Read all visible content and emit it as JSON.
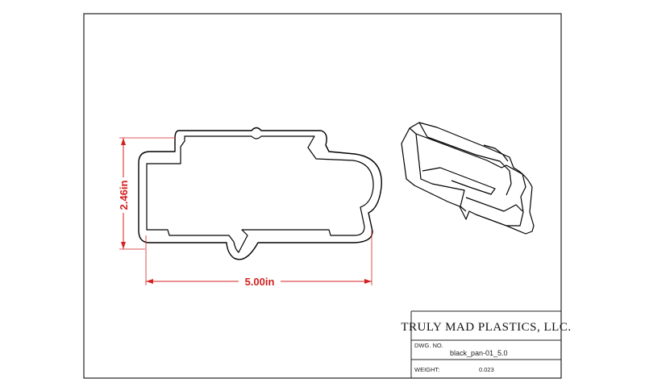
{
  "drawing": {
    "dimensions": {
      "height": "2.46in",
      "width": "5.00in"
    },
    "title_block": {
      "company": "TRULY MAD PLASTICS, LLC.",
      "dwg_no_label": "DWG. NO.",
      "dwg_no": "black_pan-01_5.0",
      "weight_label": "WEIGHT:",
      "weight": "0.023"
    }
  },
  "colors": {
    "dimension": "#d42020",
    "line": "#000000",
    "background": "#ffffff"
  }
}
